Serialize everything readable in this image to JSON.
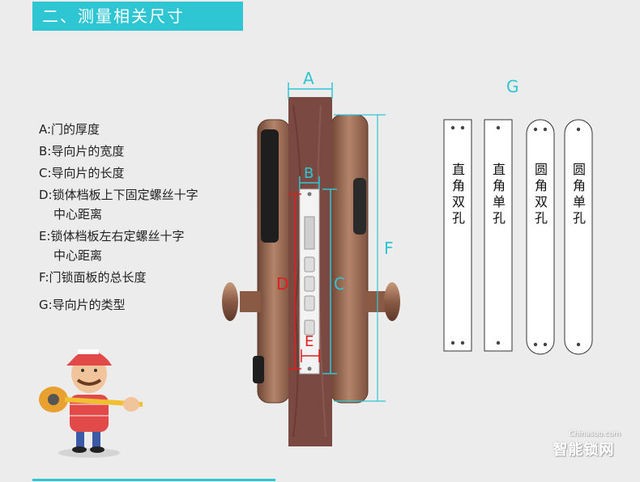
{
  "banner": {
    "title": "二、测量相关尺寸"
  },
  "legend": [
    {
      "text": "A:门的厚度"
    },
    {
      "text": "B:导向片的宽度"
    },
    {
      "text": "C:导向片的长度"
    },
    {
      "text": "D:锁体档板上下固定螺丝十字",
      "cont": "中心距离"
    },
    {
      "text": "E:锁体档板左右定螺丝十字",
      "cont": "中心距离"
    },
    {
      "text": "F:门锁面板的总长度"
    },
    {
      "text": "G:导向片的类型"
    }
  ],
  "diagram": {
    "labels": {
      "A": "A",
      "B": "B",
      "C": "C",
      "D": "D",
      "E": "E",
      "F": "F",
      "G": "G"
    }
  },
  "plates": [
    {
      "text": "直角双孔",
      "shape": "square",
      "holes": 2
    },
    {
      "text": "直角单孔",
      "shape": "square",
      "holes": 1
    },
    {
      "text": "圆角双孔",
      "shape": "round",
      "holes": 2
    },
    {
      "text": "圆角单孔",
      "shape": "round",
      "holes": 1
    }
  ],
  "watermark": {
    "name": "智能锁网",
    "url": "Chinasuo.com"
  },
  "colors": {
    "accent": "#2fc6d3",
    "door": "#7a4a42",
    "lock": "#a57558",
    "red": "#e02020"
  }
}
